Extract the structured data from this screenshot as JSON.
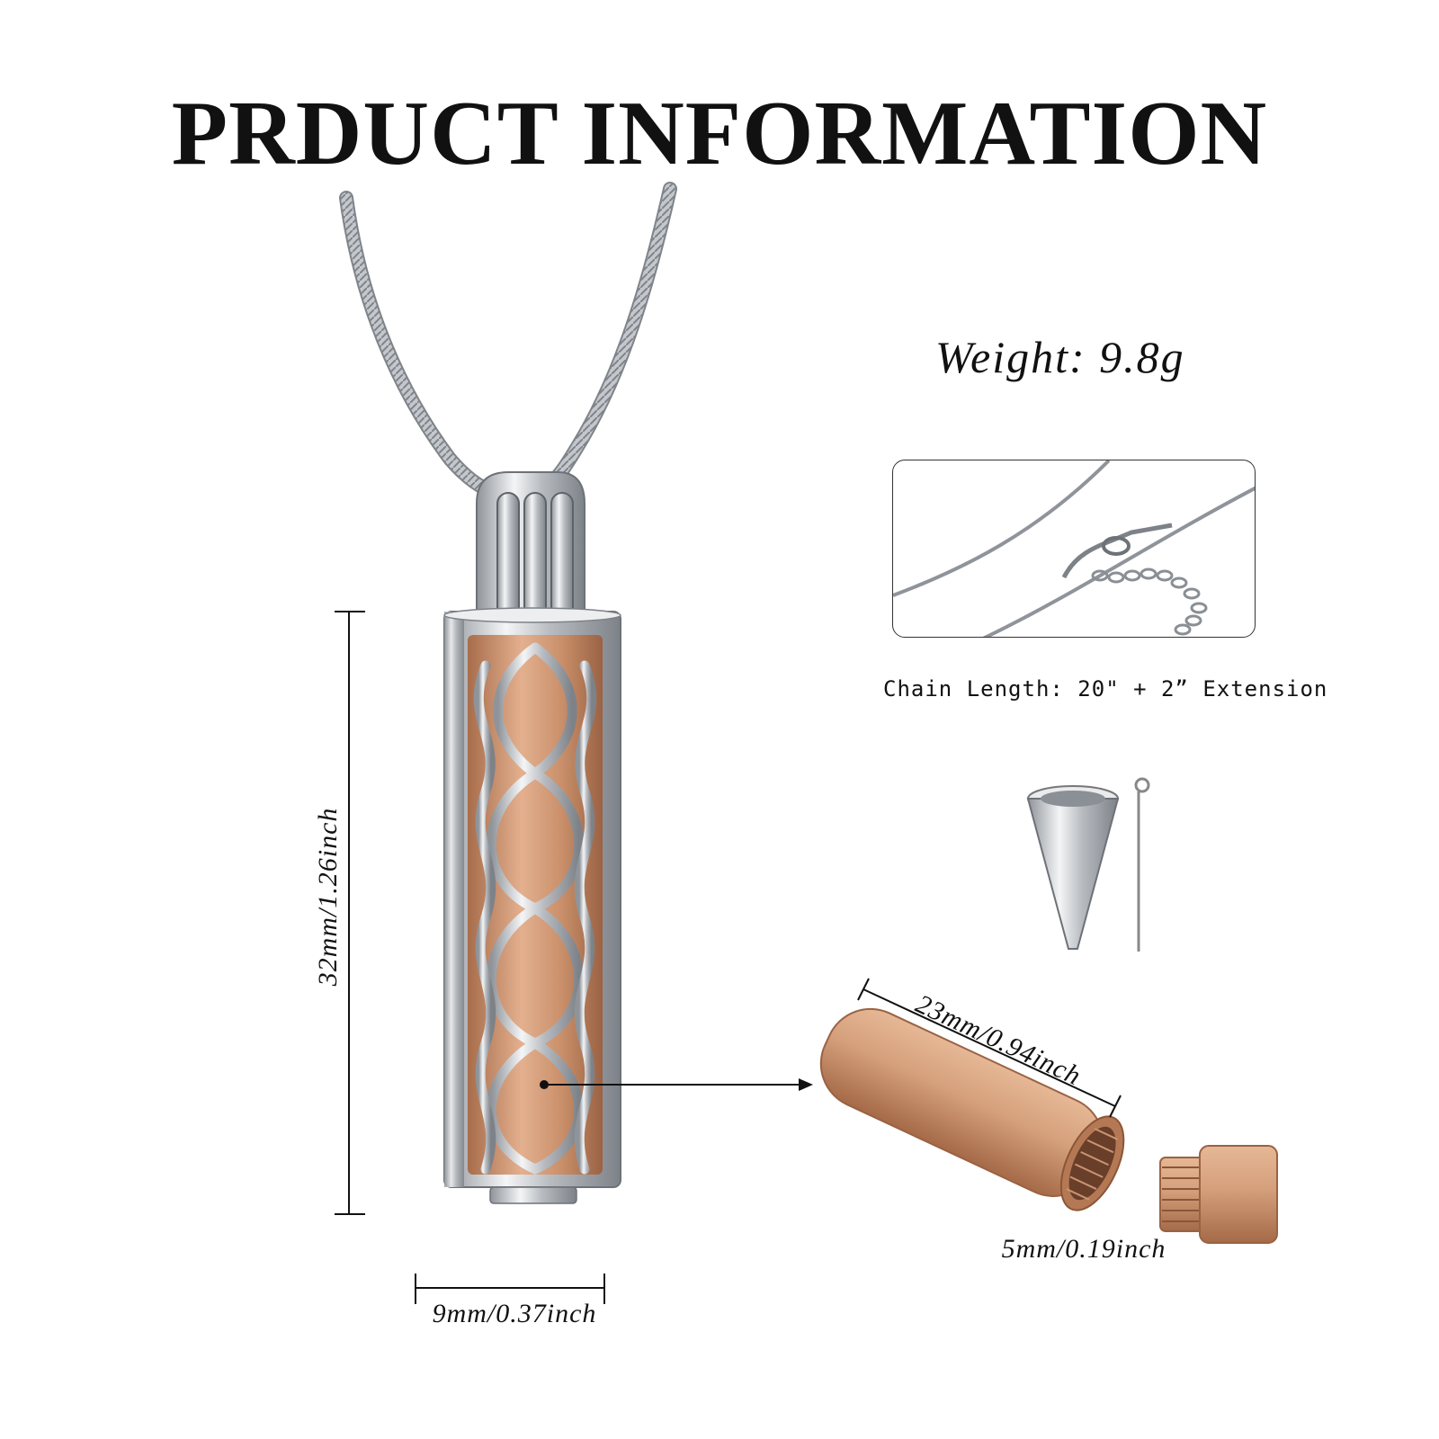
{
  "title": "PRDUCT INFORMATION",
  "weight": "Weight: 9.8g",
  "chain_length": "Chain Length: 20\" +  2”  Extension",
  "dimensions": {
    "height": "32mm/1.26inch",
    "width": "9mm/0.37inch",
    "tube_length": "23mm/0.94inch",
    "tube_diameter": "5mm/0.19inch"
  },
  "colors": {
    "rose_gold": "#c98f6a",
    "silver": "#c9ccd1",
    "text": "#111111"
  }
}
